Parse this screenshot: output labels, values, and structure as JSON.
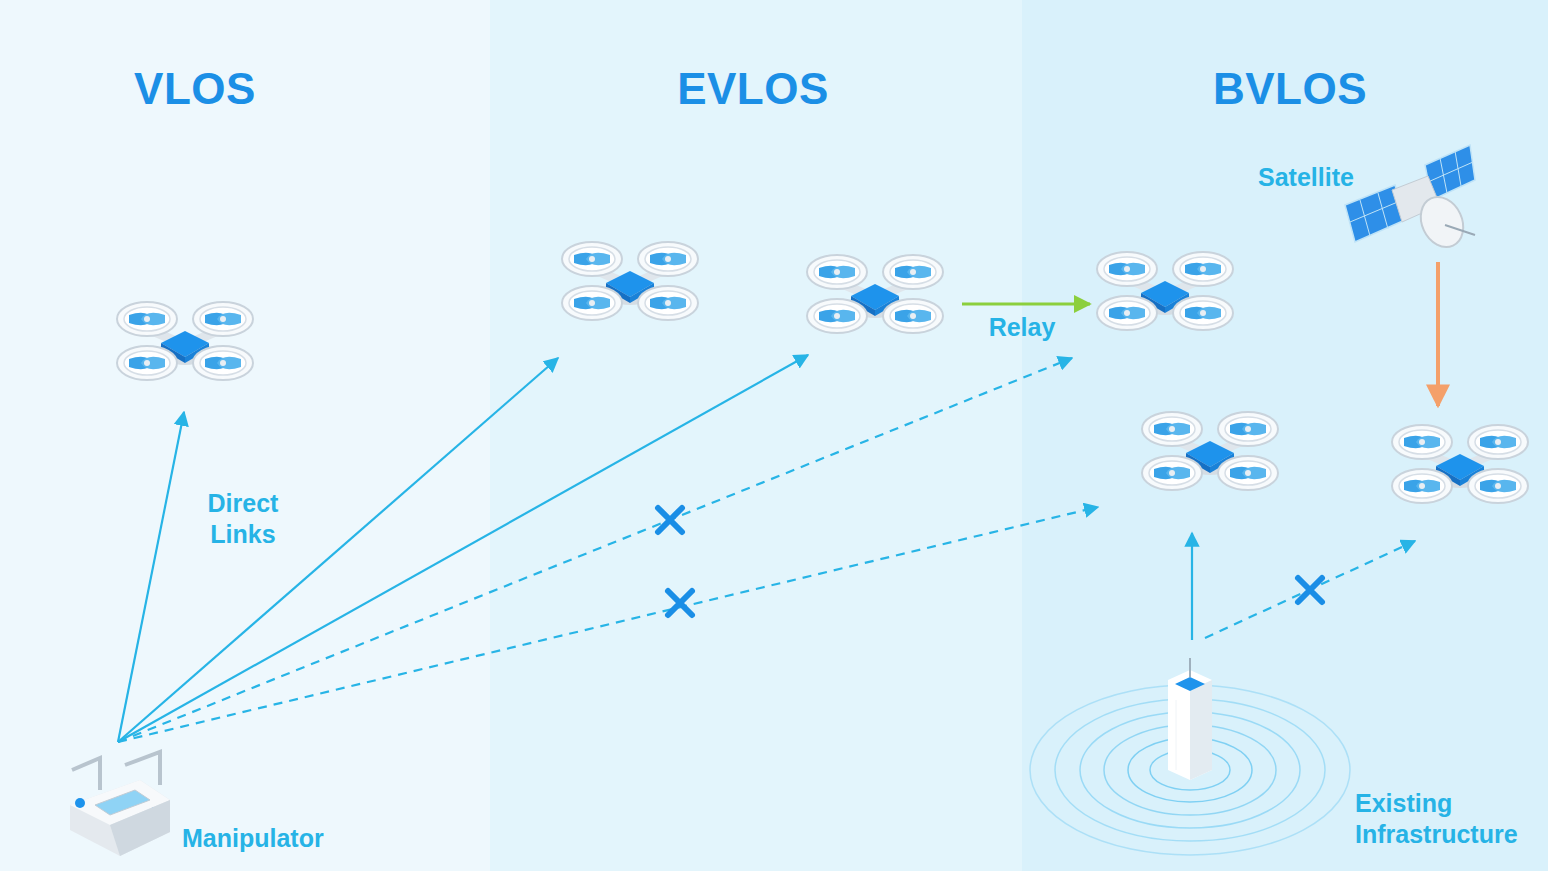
{
  "diagram": {
    "nodes": [
      {
        "text": [
          "VLOS"
        ]
      },
      {
        "text": [
          "EVLOS"
        ]
      },
      {
        "text": [
          "BVLOS"
        ]
      },
      {
        "text": [
          "Manipulator"
        ],
        "in": 0
      },
      {
        "text": [
          "Satellite"
        ],
        "in": 2
      },
      {
        "text": [
          "Existing Infrastructure"
        ],
        "in": 2
      }
    ],
    "labels": [
      "Direct Links",
      "Relay"
    ]
  }
}
